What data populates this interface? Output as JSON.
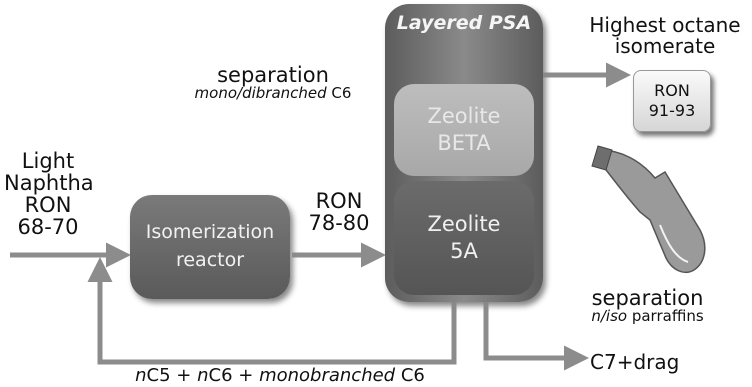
{
  "inputs": {
    "light_naphtha": [
      "Light",
      "Naphtha",
      "RON",
      "68-70"
    ]
  },
  "reactor": {
    "lines": [
      "Isomerization",
      "reactor"
    ]
  },
  "mid_ron": [
    "RON",
    "78-80"
  ],
  "psa": {
    "title": "Layered PSA",
    "beta": [
      "Zeolite",
      "BETA"
    ],
    "a5": [
      "Zeolite",
      "5A"
    ]
  },
  "separation_top": {
    "title": "separation",
    "subtitle_italic": "mono/dibranched",
    "subtitle_rest": " C6"
  },
  "separation_bottom": {
    "title": "separation",
    "subtitle_italic": "n/iso",
    "subtitle_rest": " parraffins"
  },
  "product": {
    "heading": [
      "Highest octane",
      "isomerate"
    ],
    "ron": [
      "RON",
      "91-93"
    ]
  },
  "recycle": {
    "p1_italic": "n",
    "p1": "C5 + ",
    "p2_italic": "n",
    "p2": "C6 + ",
    "p3_italic": "monobranched",
    "p3": " C6"
  },
  "drag": "C7+drag",
  "colors": {
    "arrow": "#8c8c8c",
    "dark_box": "#5a5a5a",
    "light_box": "#b0b0b0"
  },
  "icons": [
    "fuel-nozzle-icon"
  ]
}
